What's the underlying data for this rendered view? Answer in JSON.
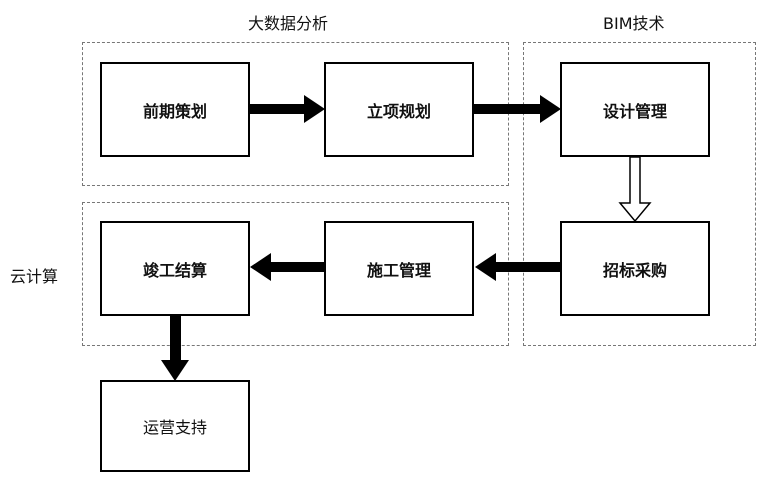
{
  "groups": {
    "big_data": "大数据分析",
    "bim": "BIM技术",
    "cloud": "云计算"
  },
  "nodes": {
    "early_planning": "前期策划",
    "project_planning": "立项规划",
    "design_management": "设计管理",
    "procurement": "招标采购",
    "construction_management": "施工管理",
    "completion_settlement": "竣工结算",
    "operation_support": "运营支持"
  },
  "colors": {
    "arrow": "#000000",
    "hollow_arrow": "#ffffff",
    "dashed_border": "#777777"
  }
}
